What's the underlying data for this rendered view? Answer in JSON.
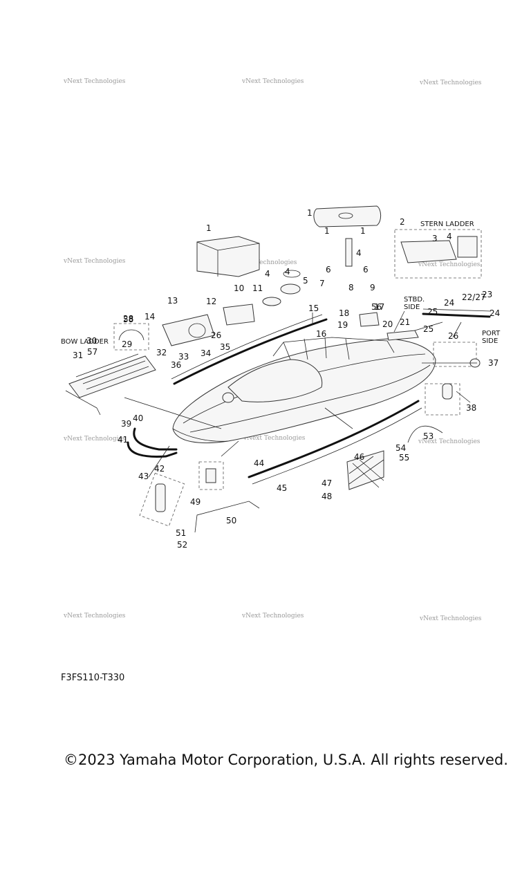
{
  "watermark": {
    "text": "vNext Technologies"
  },
  "sections": {
    "bow_ladder": "BOW LADDER",
    "stern_ladder": "STERN LADDER",
    "stbd_side": [
      "STBD.",
      "SIDE"
    ],
    "port_side": [
      "PORT",
      "SIDE"
    ]
  },
  "part_numbers": [
    "1",
    "1",
    "1",
    "1",
    "2",
    "3",
    "4",
    "4",
    "4",
    "4",
    "5",
    "6",
    "6",
    "7",
    "8",
    "9",
    "10",
    "11",
    "12",
    "13",
    "14",
    "15",
    "16",
    "17",
    "18",
    "19",
    "20",
    "21",
    "22/27",
    "23",
    "24",
    "24",
    "25",
    "25",
    "26",
    "26",
    "28",
    "29",
    "30",
    "31",
    "32",
    "33",
    "34",
    "35",
    "36",
    "37",
    "38",
    "39",
    "40",
    "41",
    "42",
    "43",
    "44",
    "45",
    "46",
    "47",
    "48",
    "49",
    "50",
    "51",
    "52",
    "53",
    "54",
    "55",
    "56",
    "57",
    "58"
  ],
  "figure_code": "F3FS110-T330",
  "copyright": "©2023 Yamaha Motor Corporation, U.S.A. All rights reserved."
}
